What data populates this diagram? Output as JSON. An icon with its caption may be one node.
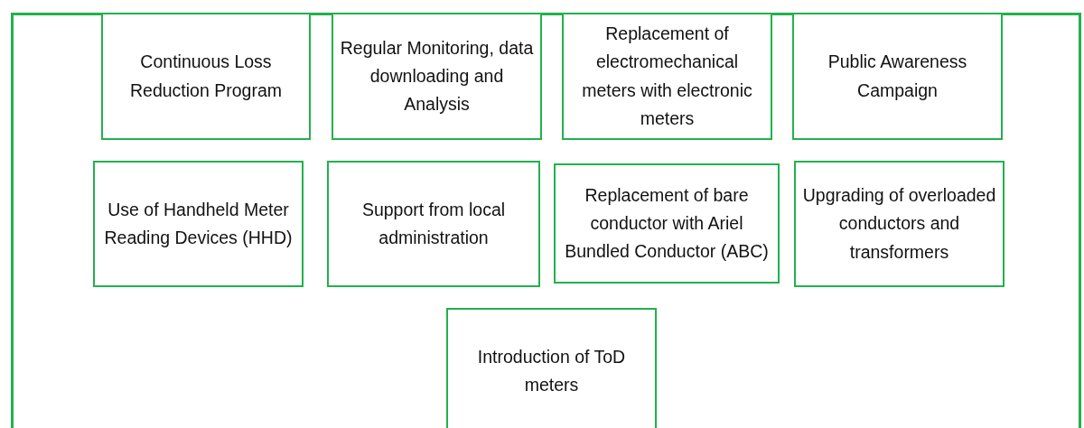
{
  "diagram": {
    "nodes": [
      {
        "text": [],
        "shape": "box"
      },
      {
        "text": [
          "Continuous Loss Reduction Program"
        ],
        "in": 0
      },
      {
        "text": [
          "Regular Monitoring, data downloading and Analysis"
        ],
        "in": 0
      },
      {
        "text": [
          "Replacement of electromechanical meters with electronic meters"
        ],
        "in": 0
      },
      {
        "text": [
          "Public Awareness Campaign"
        ],
        "in": 0
      },
      {
        "text": [
          "Use of Handheld Meter Reading Devices (HHD)"
        ],
        "in": 0
      },
      {
        "text": [
          "Support from local administration"
        ],
        "in": 0
      },
      {
        "text": [
          "Replacement of bare conductor with Ariel Bundled Conductor (ABC)"
        ],
        "in": 0
      },
      {
        "text": [
          "Upgrading of overloaded conductors and transformers"
        ],
        "in": 0
      },
      {
        "text": [
          "Introduction of ToD meters"
        ],
        "in": 0
      }
    ]
  }
}
